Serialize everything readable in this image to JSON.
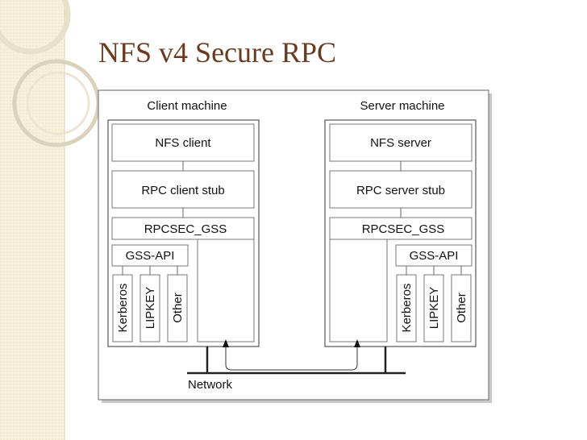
{
  "slide": {
    "title": "NFS v4 Secure RPC"
  },
  "diagram": {
    "client": {
      "machine_label": "Client machine",
      "nfs": "NFS client",
      "stub": "RPC client stub",
      "rpcsec": "RPCSEC_GSS",
      "gssapi": "GSS-API",
      "mechanisms": [
        "Kerberos",
        "LIPKEY",
        "Other"
      ]
    },
    "server": {
      "machine_label": "Server machine",
      "nfs": "NFS server",
      "stub": "RPC server stub",
      "rpcsec": "RPCSEC_GSS",
      "gssapi": "GSS-API",
      "mechanisms": [
        "Kerberos",
        "LIPKEY",
        "Other"
      ]
    },
    "network_label": "Network"
  }
}
